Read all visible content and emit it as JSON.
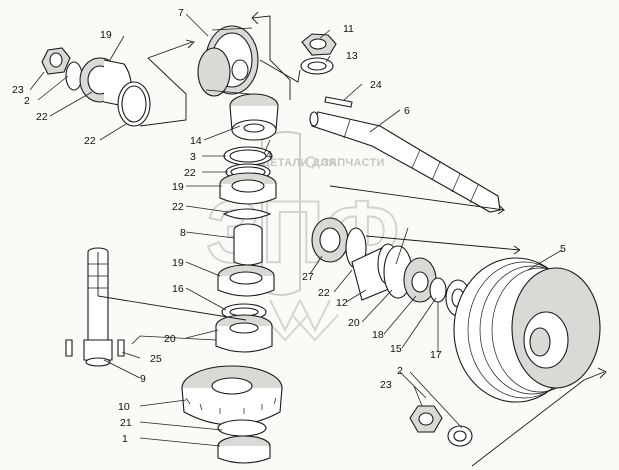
{
  "watermark": {
    "left_text": "ДЕТАЛИ ДЛЯ",
    "right_text": "ЗАПЧАСТИ",
    "logo_letters": "ЗПФ",
    "color": "#9a9a9a"
  },
  "callouts": {
    "n1": "1",
    "n2a": "2",
    "n2b": "2",
    "n3": "3",
    "n4": "4",
    "n5": "5",
    "n6": "6",
    "n7": "7",
    "n8": "8",
    "n9": "9",
    "n10": "10",
    "n11": "11",
    "n12": "12",
    "n13": "13",
    "n14": "14",
    "n15": "15",
    "n16": "16",
    "n17": "17",
    "n18": "18",
    "n19a": "19",
    "n19b": "19",
    "n19c": "19",
    "n20a": "20",
    "n20b": "20",
    "n21": "21",
    "n22a": "22",
    "n22b": "22",
    "n22c": "22",
    "n22d": "22",
    "n22e": "22",
    "n23a": "23",
    "n23b": "23",
    "n24": "24",
    "n25": "25",
    "n27": "27"
  }
}
